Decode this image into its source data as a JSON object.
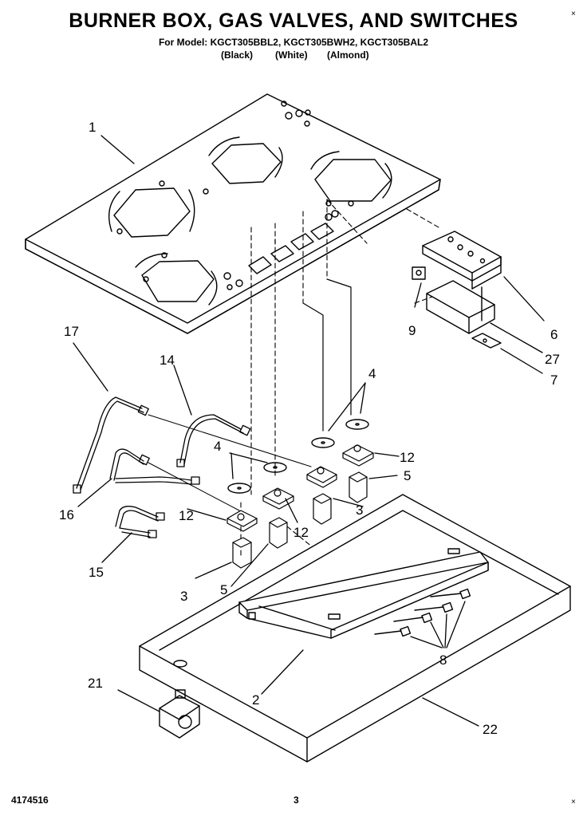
{
  "header": {
    "title": "BURNER BOX, GAS VALVES, AND SWITCHES",
    "model_line": "For Model: KGCT305BBL2, KGCT305BWH2, KGCT305BAL2",
    "variants": [
      "(Black)",
      "(White)",
      "(Almond)"
    ]
  },
  "callouts": {
    "c1": "1",
    "c2": "2",
    "c3a": "3",
    "c3b": "3",
    "c4a": "4",
    "c4b": "4",
    "c5a": "5",
    "c5b": "5",
    "c6": "6",
    "c7": "7",
    "c8": "8",
    "c9": "9",
    "c12a": "12",
    "c12b": "12",
    "c12c": "12",
    "c14": "14",
    "c15": "15",
    "c16": "16",
    "c17": "17",
    "c21": "21",
    "c22": "22",
    "c27": "27"
  },
  "footer": {
    "code": "4174516",
    "page": "3"
  }
}
